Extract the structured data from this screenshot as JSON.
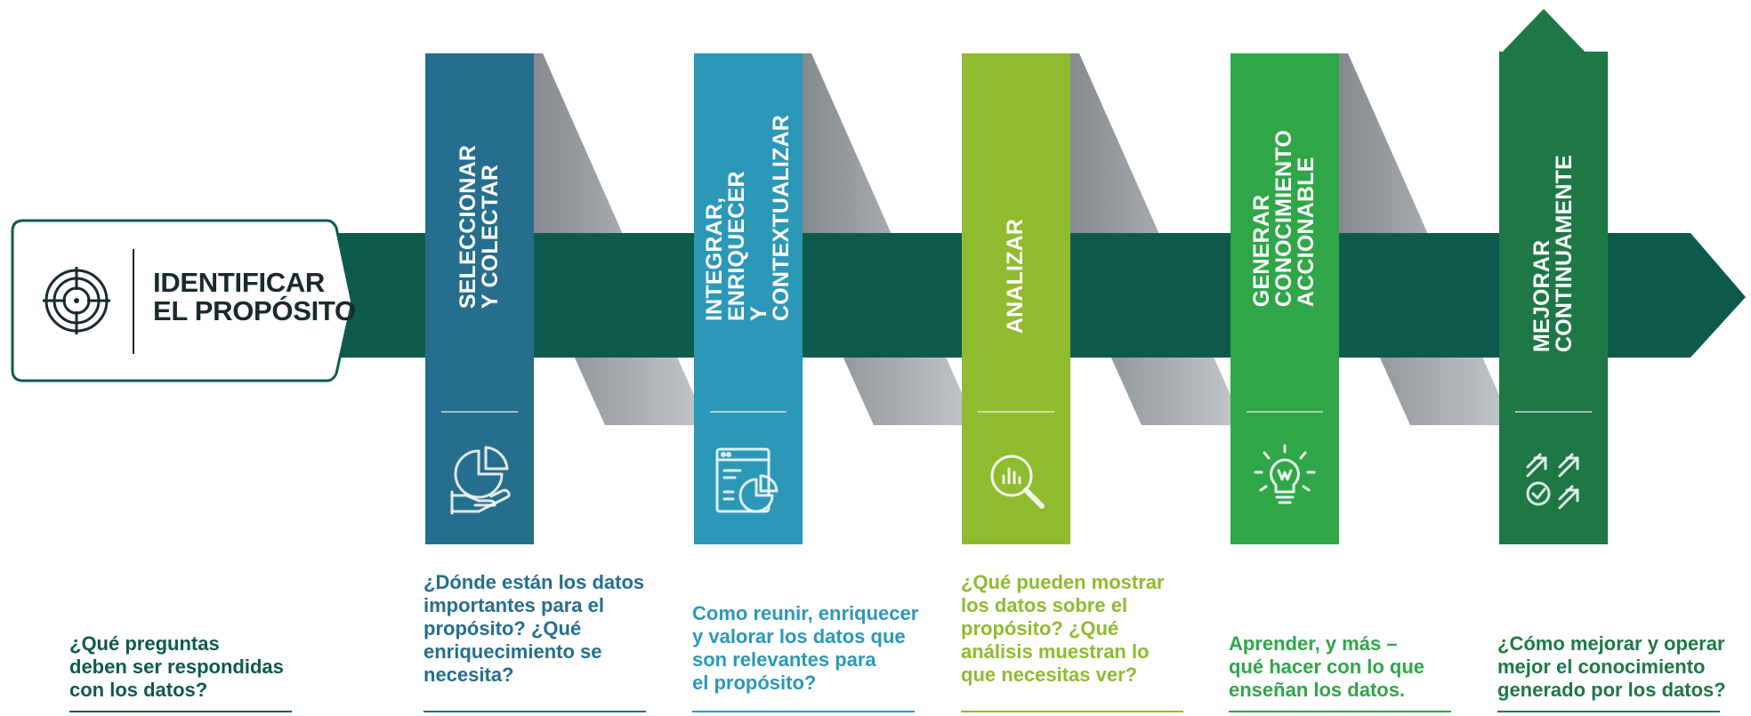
{
  "colors": {
    "arrow": "#0e5a4c",
    "frame_stroke": "#0e5a4c",
    "ribbon_shadow": "#8e959a",
    "step1": "#256e8e",
    "step2": "#2b98b8",
    "step3": "#8fbb2e",
    "step4": "#2fa648",
    "step5": "#1d7846"
  },
  "purpose": {
    "icon": "target-crosshair-icon",
    "title": "IDENTIFICAR\nEL PROPÓSITO",
    "question": "¿Qué preguntas\ndeben ser respondidas\ncon los datos?"
  },
  "steps": [
    {
      "label": "SELECCIONAR\nY COLECTAR",
      "icon": "hand-pie-chart-icon",
      "question": "¿Dónde están los datos\nimportantes para el\npropósito? ¿Qué\nenriquecimiento se\nnecesita?"
    },
    {
      "label": "INTEGRAR, ENRIQUECER\nY CONTEXTUALIZAR",
      "icon": "browser-pie-chart-icon",
      "question": "Como reunir, enriquecer\ny valorar los datos que\nson relevantes para\nel propósito?"
    },
    {
      "label": "ANALIZAR",
      "icon": "magnifier-bar-chart-icon",
      "question": "¿Qué pueden mostrar\nlos datos sobre el\npropósito? ¿Qué\nanálisis muestran lo\nque necesitas ver?"
    },
    {
      "label": "GENERAR CONOCIMIENTO\nACCIONABLE",
      "icon": "lightbulb-icon",
      "question": "Aprender, y más –\nqué hacer con lo que\nenseñan los datos."
    },
    {
      "label": "MEJORAR\nCONTINUAMENTE",
      "icon": "improvement-arrows-icon",
      "question": "¿Cómo mejorar y operar\nmejor el conocimiento\ngenerado por los datos?"
    }
  ]
}
